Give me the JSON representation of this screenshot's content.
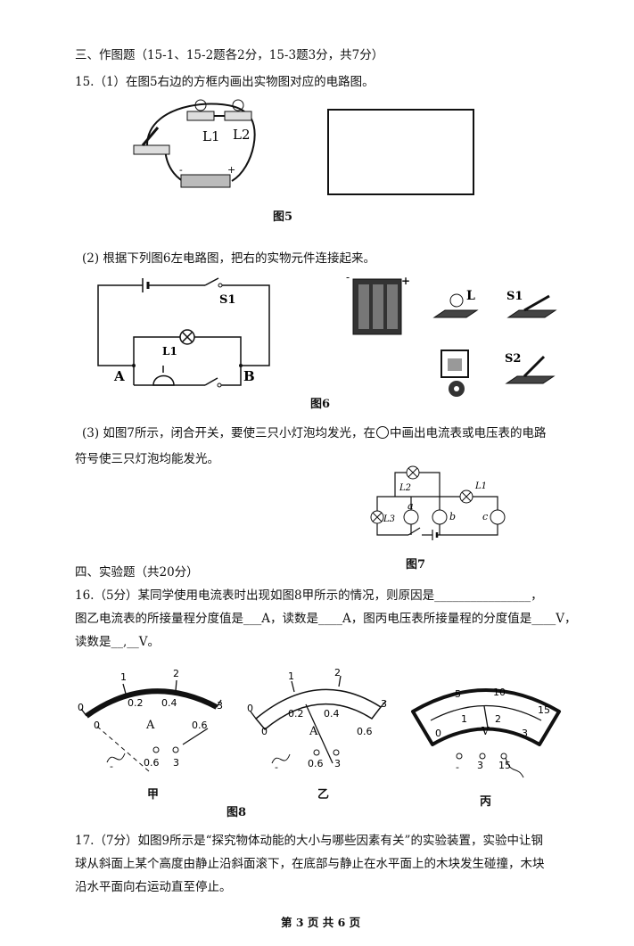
{
  "section3": {
    "heading": "三、作图题（15-1、15-2题各2分，15-3题3分，共7分）",
    "q15_1": "15.（1）在图5右边的方框内画出实物图对应的电路图。",
    "fig5_caption": "图5",
    "fig5_labels": {
      "l1": "L1",
      "l2": "L2",
      "minus": "-",
      "plus": "+"
    },
    "q15_2": "(2) 根据下列图6左电路图，把右的实物元件连接起来。",
    "fig6_caption": "图6",
    "fig6_labels": {
      "s1": "S1",
      "l1": "L1",
      "a": "A",
      "b": "B",
      "l": "L",
      "s2": "S2",
      "minus": "-",
      "plus": "+"
    },
    "q15_3_line1_a": "(3) 如图7所示，闭合开关，要使三只小灯泡均发光，在",
    "q15_3_line1_b": "中画出电流表或电压表的电路",
    "q15_3_line2": "符号使三只灯泡均能发光。",
    "fig7_caption": "图7",
    "fig7_labels": {
      "l1": "L1",
      "l2": "L2",
      "l3": "L3",
      "a": "a",
      "b": "b",
      "c": "c"
    }
  },
  "section4": {
    "heading": "四、实验题（共20分）",
    "q16_line1": "16.（5分）某同学使用电流表时出现如图8甲所示的情况，则原因是________________，",
    "q16_line2": "图乙电流表的所接量程分度值是___A，读数是____A，图丙电压表所接量程的分度值是____V，",
    "q16_line3": "读数是__,__V。",
    "fig8_caption": "图8",
    "fig8_sub": {
      "jia": "甲",
      "yi": "乙",
      "bing": "丙"
    },
    "meter_jia": {
      "top_scale": [
        "0",
        "1",
        "2",
        "3"
      ],
      "bottom_scale": [
        "0",
        "0.2",
        "0.4",
        "0.6"
      ],
      "unit": "A",
      "terminals": [
        "-",
        "0.6",
        "3"
      ]
    },
    "meter_yi": {
      "top_scale": [
        "0",
        "1",
        "2",
        "3"
      ],
      "bottom_scale": [
        "0",
        "0.2",
        "0.4",
        "0.6"
      ],
      "unit": "A",
      "terminals": [
        "-",
        "0.6",
        "3"
      ]
    },
    "meter_bing": {
      "top_scale": [
        "0",
        "5",
        "10",
        "15"
      ],
      "bottom_scale": [
        "0",
        "1",
        "2",
        "3"
      ],
      "unit": "V",
      "terminals": [
        "-",
        "3",
        "15"
      ]
    },
    "q17_line1": "17.（7分）如图9所示是“探究物体动能的大小与哪些因素有关”的实验装置，实验中让钢",
    "q17_line2": "球从斜面上某个高度由静止沿斜面滚下，在底部与静止在水平面上的木块发生碰撞，木块",
    "q17_line3": "沿水平面向右运动直至停止。"
  },
  "footer": {
    "page": "第 3 页 共 6 页"
  }
}
